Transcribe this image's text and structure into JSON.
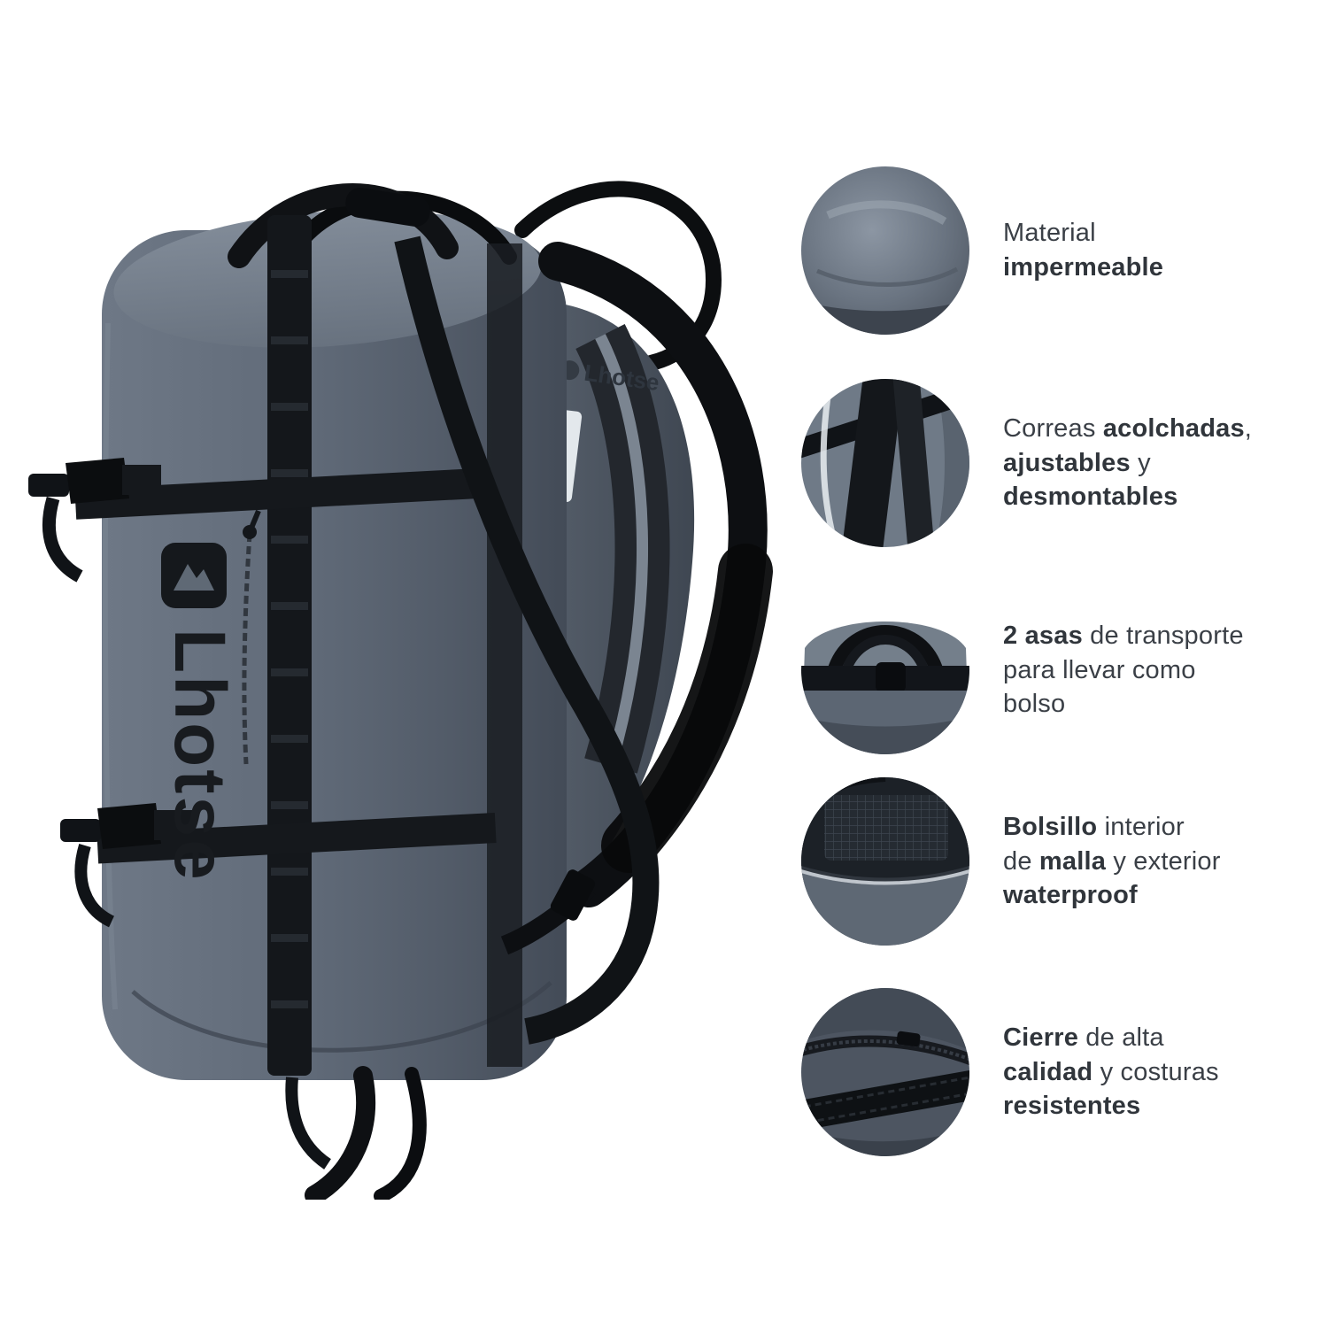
{
  "product": {
    "brand": "Lhotse",
    "palette": {
      "background": "#ffffff",
      "bag_grey": "#5f6975",
      "bag_grey_dark": "#434b57",
      "strap_black": "#111417",
      "text": "#3a3f46",
      "reflective_stripe": "#7b8591"
    }
  },
  "features": [
    {
      "name": "material",
      "photo": "waterproof-fabric-closeup",
      "lines": [
        [
          {
            "t": "Material",
            "b": false
          }
        ],
        [
          {
            "t": "impermeable",
            "b": true
          }
        ]
      ]
    },
    {
      "name": "correas",
      "photo": "padded-straps-closeup",
      "lines": [
        [
          {
            "t": "Correas ",
            "b": false
          },
          {
            "t": "acolchadas",
            "b": true
          },
          {
            "t": ",",
            "b": false
          }
        ],
        [
          {
            "t": "ajustables",
            "b": true
          },
          {
            "t": " y",
            "b": false
          }
        ],
        [
          {
            "t": "desmontables",
            "b": true
          }
        ]
      ]
    },
    {
      "name": "asas",
      "photo": "carry-handles-closeup",
      "lines": [
        [
          {
            "t": "2 asas",
            "b": true
          },
          {
            "t": " de transporte",
            "b": false
          }
        ],
        [
          {
            "t": "para llevar como",
            "b": false
          }
        ],
        [
          {
            "t": "bolso",
            "b": false
          }
        ]
      ]
    },
    {
      "name": "bolsillo",
      "photo": "interior-mesh-pocket-closeup",
      "lines": [
        [
          {
            "t": "Bolsillo",
            "b": true
          },
          {
            "t": " interior",
            "b": false
          }
        ],
        [
          {
            "t": "de ",
            "b": false
          },
          {
            "t": "malla",
            "b": true
          },
          {
            "t": " y exterior",
            "b": false
          }
        ],
        [
          {
            "t": "waterproof",
            "b": true
          }
        ]
      ]
    },
    {
      "name": "cierre",
      "photo": "zipper-seams-closeup",
      "lines": [
        [
          {
            "t": "Cierre",
            "b": true
          },
          {
            "t": " de alta",
            "b": false
          }
        ],
        [
          {
            "t": "calidad",
            "b": true
          },
          {
            "t": " y costuras",
            "b": false
          }
        ],
        [
          {
            "t": "resistentes",
            "b": true
          }
        ]
      ]
    }
  ]
}
